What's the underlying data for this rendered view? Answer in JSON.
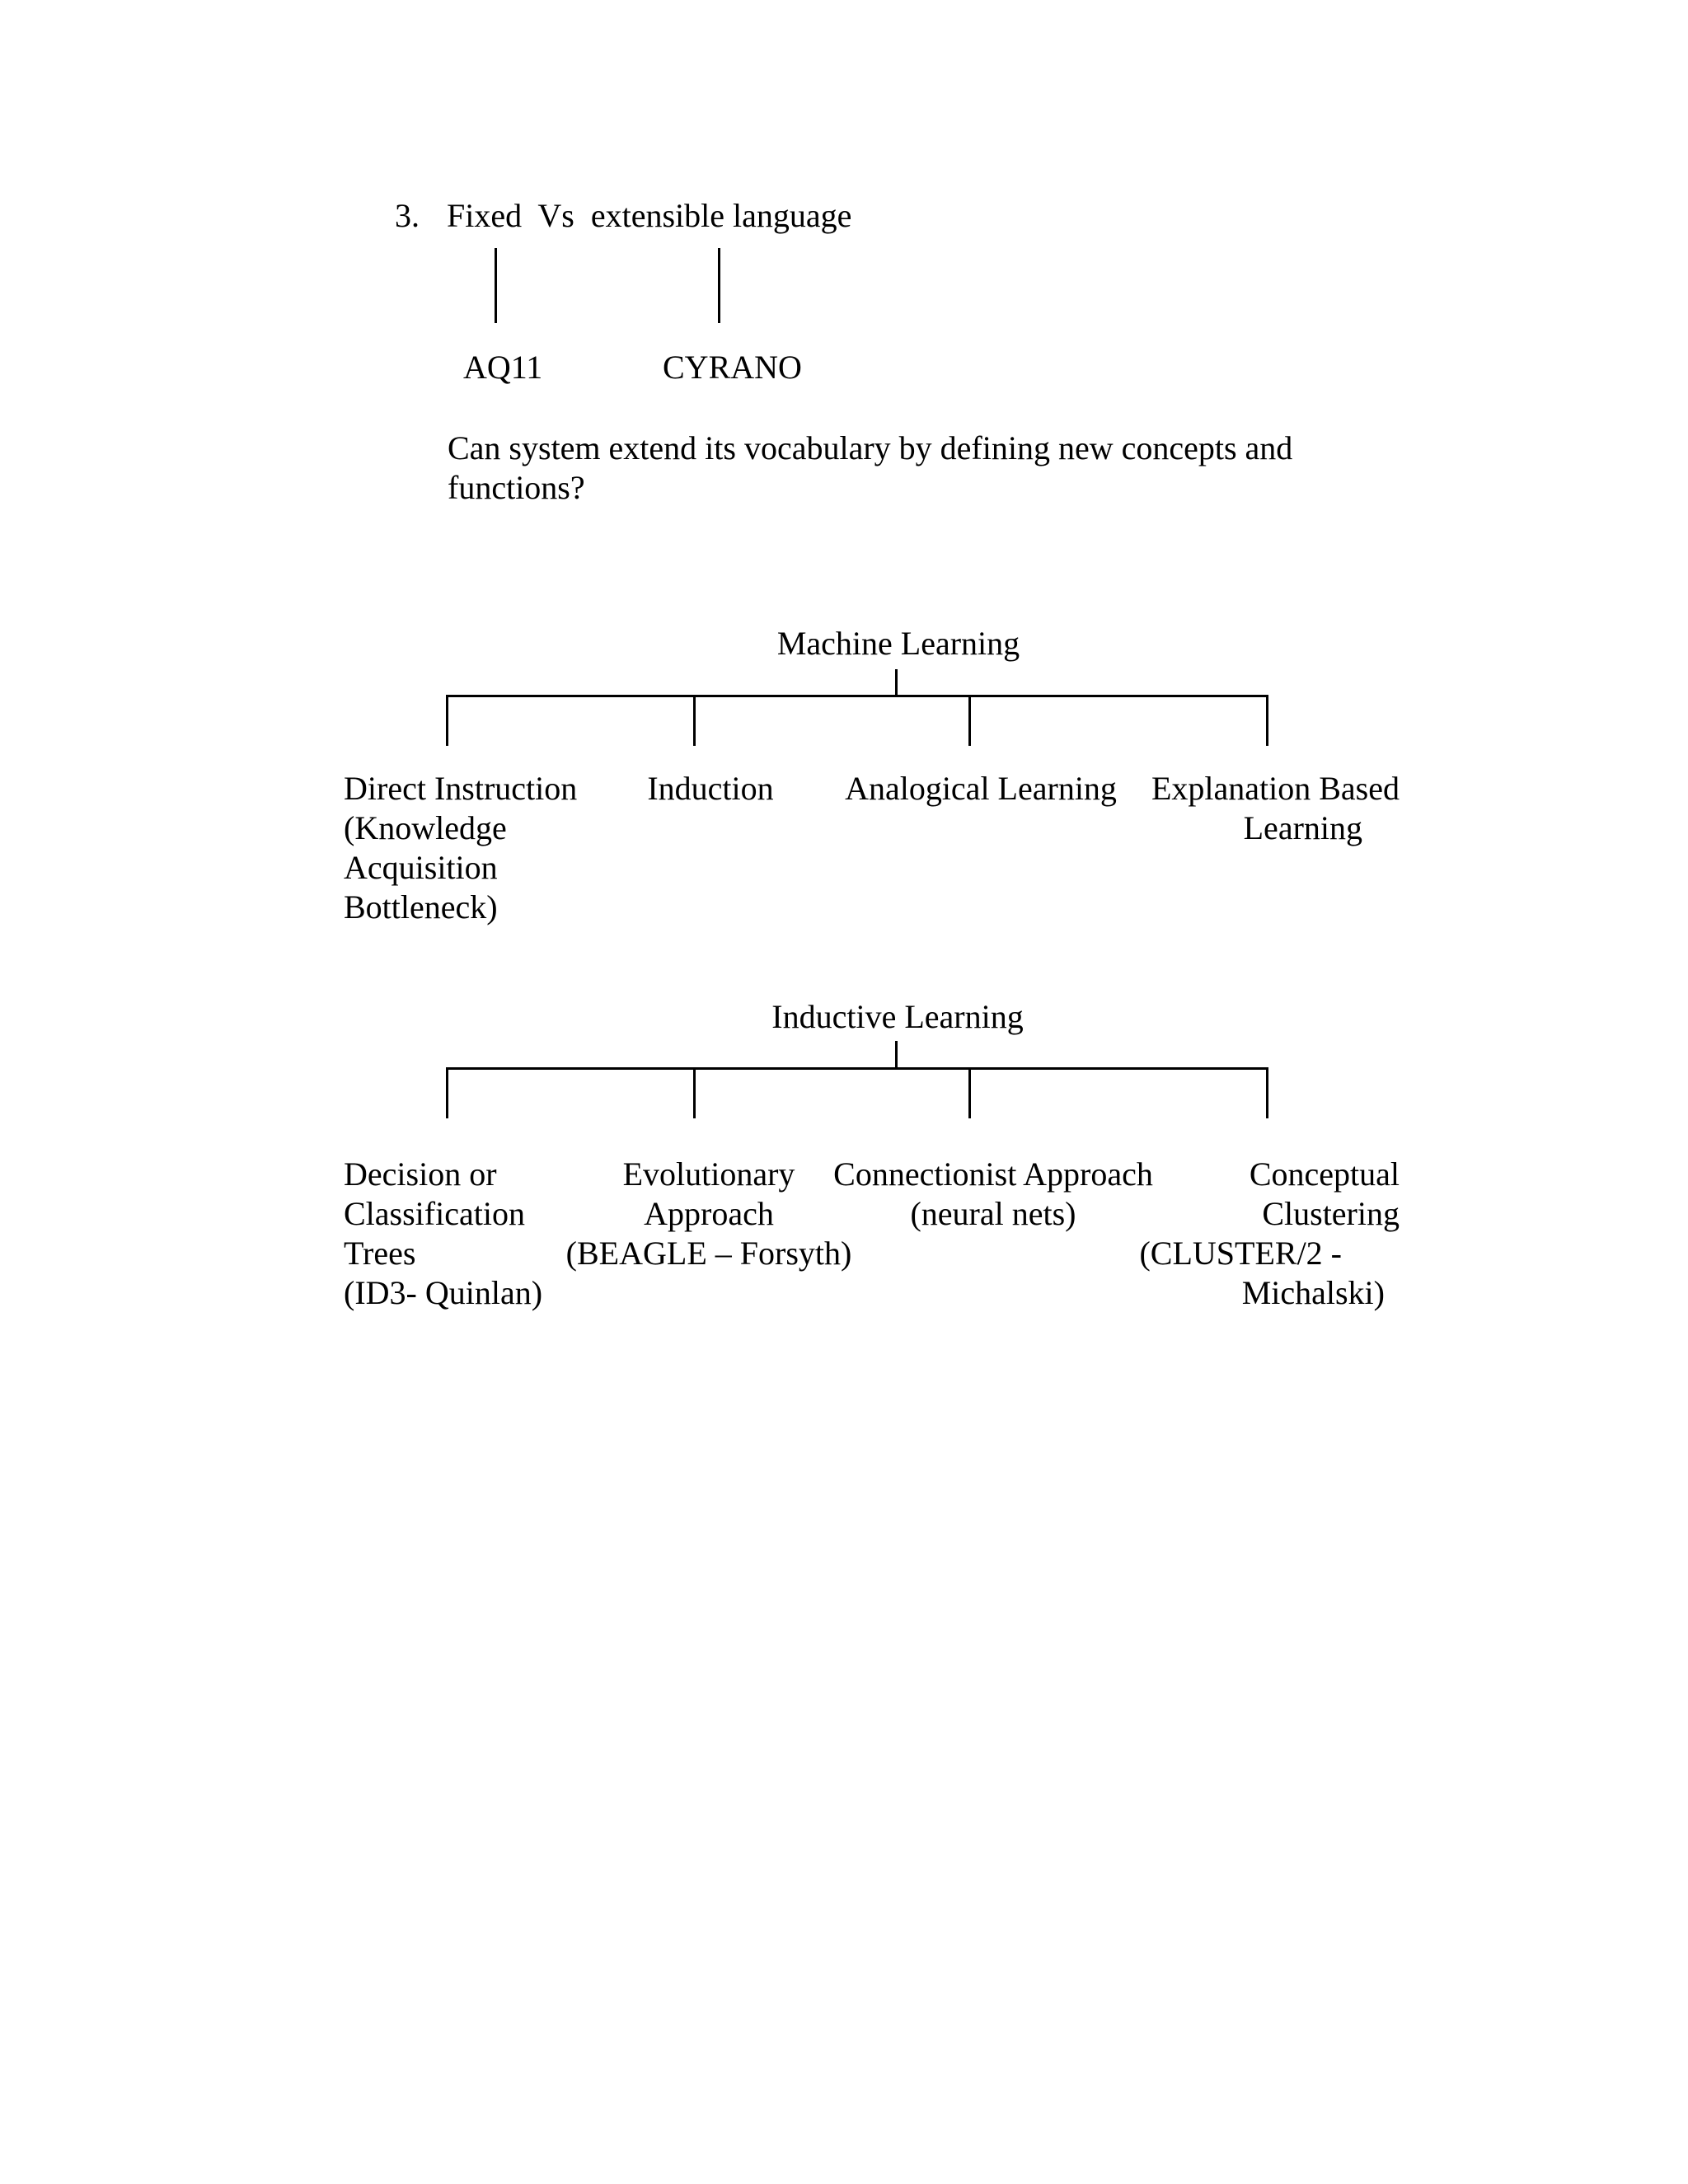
{
  "colors": {
    "background": "#ffffff",
    "text": "#000000",
    "line": "#000000"
  },
  "section": {
    "number": "3.",
    "title": "Fixed  Vs  extensible language",
    "branch_labels": {
      "left": "AQ11",
      "right": "CYRANO"
    },
    "question": {
      "line1": "Can system extend its vocabulary by defining new concepts and",
      "line2": "functions?"
    }
  },
  "tree1": {
    "title": "Machine Learning",
    "columns": [
      {
        "lines": [
          "Direct Instruction",
          "(Knowledge",
          "Acquisition",
          "Bottleneck)"
        ]
      },
      {
        "lines": [
          "Induction"
        ]
      },
      {
        "lines": [
          "Analogical Learning"
        ]
      },
      {
        "lines": [
          "Explanation Based",
          "Learning"
        ]
      }
    ]
  },
  "tree2": {
    "title": "Inductive Learning",
    "columns": [
      {
        "lines": [
          "Decision or",
          "Classification",
          "Trees",
          "(ID3- Quinlan)"
        ]
      },
      {
        "lines": [
          "Evolutionary",
          "Approach",
          "(BEAGLE – Forsyth)"
        ]
      },
      {
        "lines": [
          "Connectionist Approach",
          "(neural nets)"
        ]
      },
      {
        "lines": [
          "Conceptual",
          "Clustering",
          "(CLUSTER/2 -",
          "Michalski)"
        ]
      }
    ]
  }
}
